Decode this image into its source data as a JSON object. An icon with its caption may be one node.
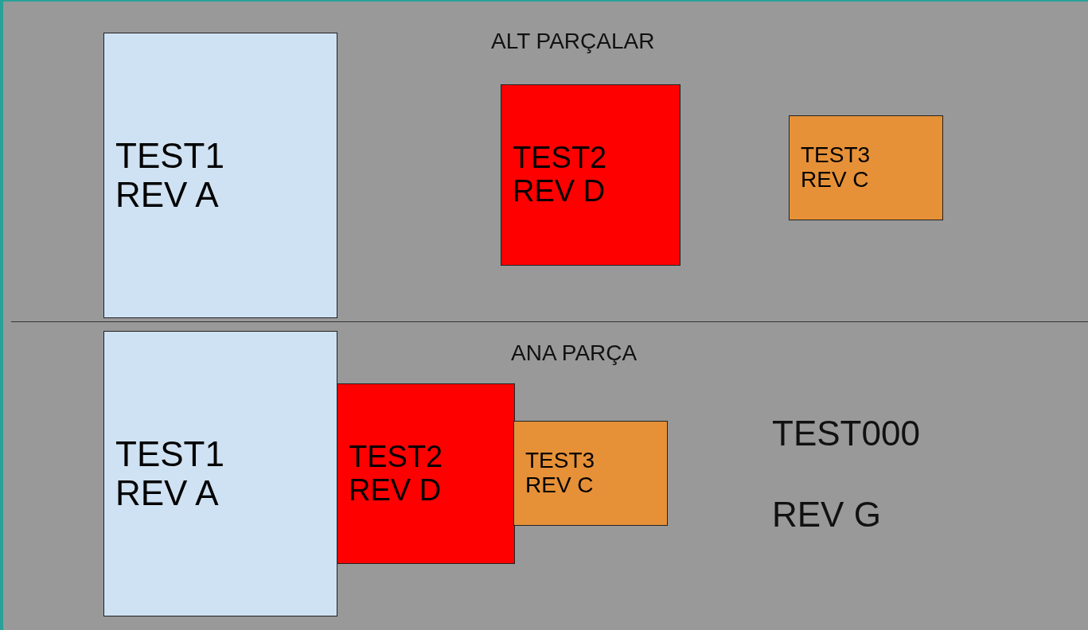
{
  "diagram": {
    "nodes": [
      {
        "text": [
          "TEST1 REV A"
        ]
      },
      {
        "text": [
          "TEST2 REV D"
        ]
      },
      {
        "text": [
          "TEST3 REV C"
        ]
      },
      {
        "text": [
          "TEST1 REV A"
        ]
      },
      {
        "text": [
          "TEST2 REV D"
        ]
      },
      {
        "text": [
          "TEST3 REV C"
        ]
      }
    ],
    "edges": [],
    "labels": [
      "ALT PARÇALAR",
      "ANA PARÇA",
      "TEST000",
      "REV G"
    ]
  }
}
